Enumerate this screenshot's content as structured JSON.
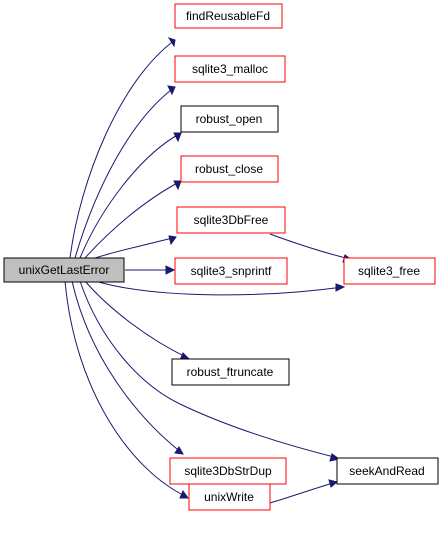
{
  "colors": {
    "edge": "#191970",
    "root_fill": "#bfbfbf",
    "border_default": "#000000",
    "border_red": "#ff0000",
    "background": "#ffffff"
  },
  "nodes": {
    "unixGetLastError": {
      "label": "unixGetLastError",
      "style": "root"
    },
    "findReusableFd": {
      "label": "findReusableFd",
      "style": "red"
    },
    "sqlite3_malloc": {
      "label": "sqlite3_malloc",
      "style": "red"
    },
    "robust_open": {
      "label": "robust_open",
      "style": "black"
    },
    "robust_close": {
      "label": "robust_close",
      "style": "red"
    },
    "sqlite3DbFree": {
      "label": "sqlite3DbFree",
      "style": "red"
    },
    "sqlite3_snprintf": {
      "label": "sqlite3_snprintf",
      "style": "red"
    },
    "sqlite3_free": {
      "label": "sqlite3_free",
      "style": "red"
    },
    "robust_ftruncate": {
      "label": "robust_ftruncate",
      "style": "black"
    },
    "sqlite3DbStrDup": {
      "label": "sqlite3DbStrDup",
      "style": "red"
    },
    "seekAndRead": {
      "label": "seekAndRead",
      "style": "black"
    },
    "unixWrite": {
      "label": "unixWrite",
      "style": "red"
    }
  },
  "edges": [
    {
      "from": "unixGetLastError",
      "to": "findReusableFd"
    },
    {
      "from": "unixGetLastError",
      "to": "sqlite3_malloc"
    },
    {
      "from": "unixGetLastError",
      "to": "robust_open"
    },
    {
      "from": "unixGetLastError",
      "to": "robust_close"
    },
    {
      "from": "unixGetLastError",
      "to": "sqlite3DbFree"
    },
    {
      "from": "unixGetLastError",
      "to": "sqlite3_snprintf"
    },
    {
      "from": "unixGetLastError",
      "to": "sqlite3_free"
    },
    {
      "from": "unixGetLastError",
      "to": "robust_ftruncate"
    },
    {
      "from": "unixGetLastError",
      "to": "seekAndRead"
    },
    {
      "from": "unixGetLastError",
      "to": "sqlite3DbStrDup"
    },
    {
      "from": "unixGetLastError",
      "to": "unixWrite"
    },
    {
      "from": "sqlite3DbFree",
      "to": "sqlite3_free"
    },
    {
      "from": "unixWrite",
      "to": "seekAndRead"
    }
  ]
}
